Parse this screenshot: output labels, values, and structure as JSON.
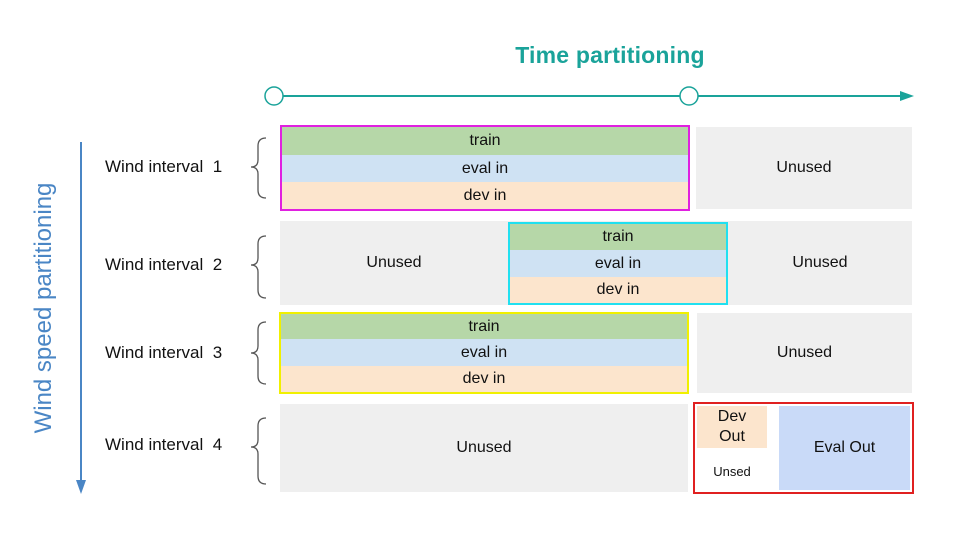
{
  "title": "Time partitioning",
  "vertical_title": "Wind speed partitioning",
  "rows": [
    {
      "label": "Wind interval  1"
    },
    {
      "label": "Wind interval  2"
    },
    {
      "label": "Wind interval  3"
    },
    {
      "label": "Wind interval  4"
    }
  ],
  "cells": {
    "train": "train",
    "eval_in": "eval in",
    "dev_in": "dev in",
    "unused": "Unused",
    "dev_out": "Dev Out",
    "unsed_small": "Unsed",
    "eval_out": "Eval Out"
  },
  "colors": {
    "title": "#1aa39a",
    "vertical_axis": "#4a86c5",
    "train": "#b6d7a8",
    "eval_in": "#cfe2f3",
    "dev_in": "#fce5cd",
    "eval_out": "#c9daf8",
    "unused": "#efefef",
    "frame_row1": "#e020e0",
    "frame_row2": "#20e0f0",
    "frame_row3": "#f0f000",
    "frame_out": "#e02020"
  }
}
